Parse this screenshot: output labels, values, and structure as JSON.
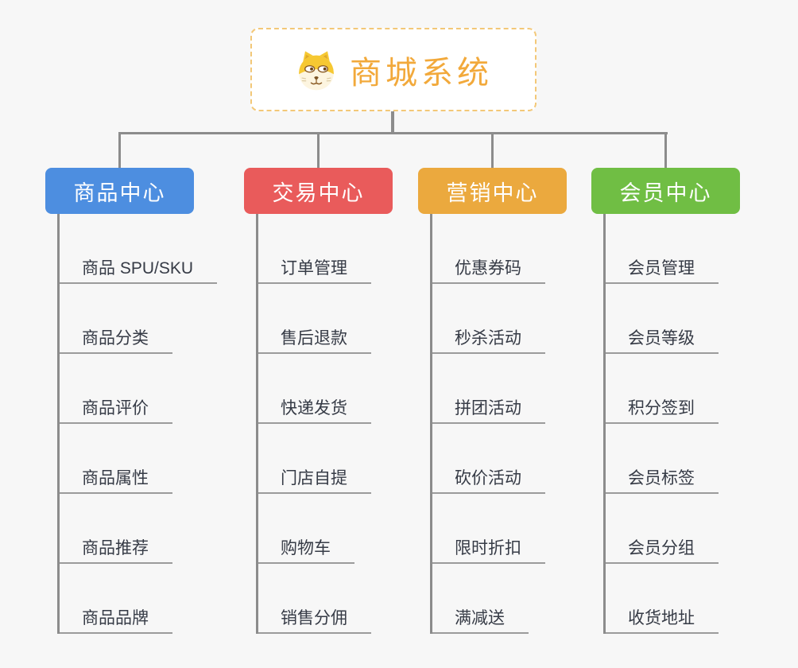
{
  "root": {
    "title": "商城系统",
    "icon": "dog-face-icon",
    "text_color": "#F2A93B",
    "border_color": "#F3C878"
  },
  "colors": {
    "connector": "#8C8C8C",
    "item_underline": "#9B9B9B",
    "item_text": "#363B46",
    "background": "#F7F7F7"
  },
  "branches": [
    {
      "label": "商品中心",
      "color": "#4D8EE0",
      "items": [
        "商品 SPU/SKU",
        "商品分类",
        "商品评价",
        "商品属性",
        "商品推荐",
        "商品品牌"
      ]
    },
    {
      "label": "交易中心",
      "color": "#E95B5B",
      "items": [
        "订单管理",
        "售后退款",
        "快递发货",
        "门店自提",
        "购物车",
        "销售分佣"
      ]
    },
    {
      "label": "营销中心",
      "color": "#EBA93E",
      "items": [
        "优惠券码",
        "秒杀活动",
        "拼团活动",
        "砍价活动",
        "限时折扣",
        "满减送"
      ]
    },
    {
      "label": "会员中心",
      "color": "#70BE44",
      "items": [
        "会员管理",
        "会员等级",
        "积分签到",
        "会员标签",
        "会员分组",
        "收货地址"
      ]
    }
  ]
}
